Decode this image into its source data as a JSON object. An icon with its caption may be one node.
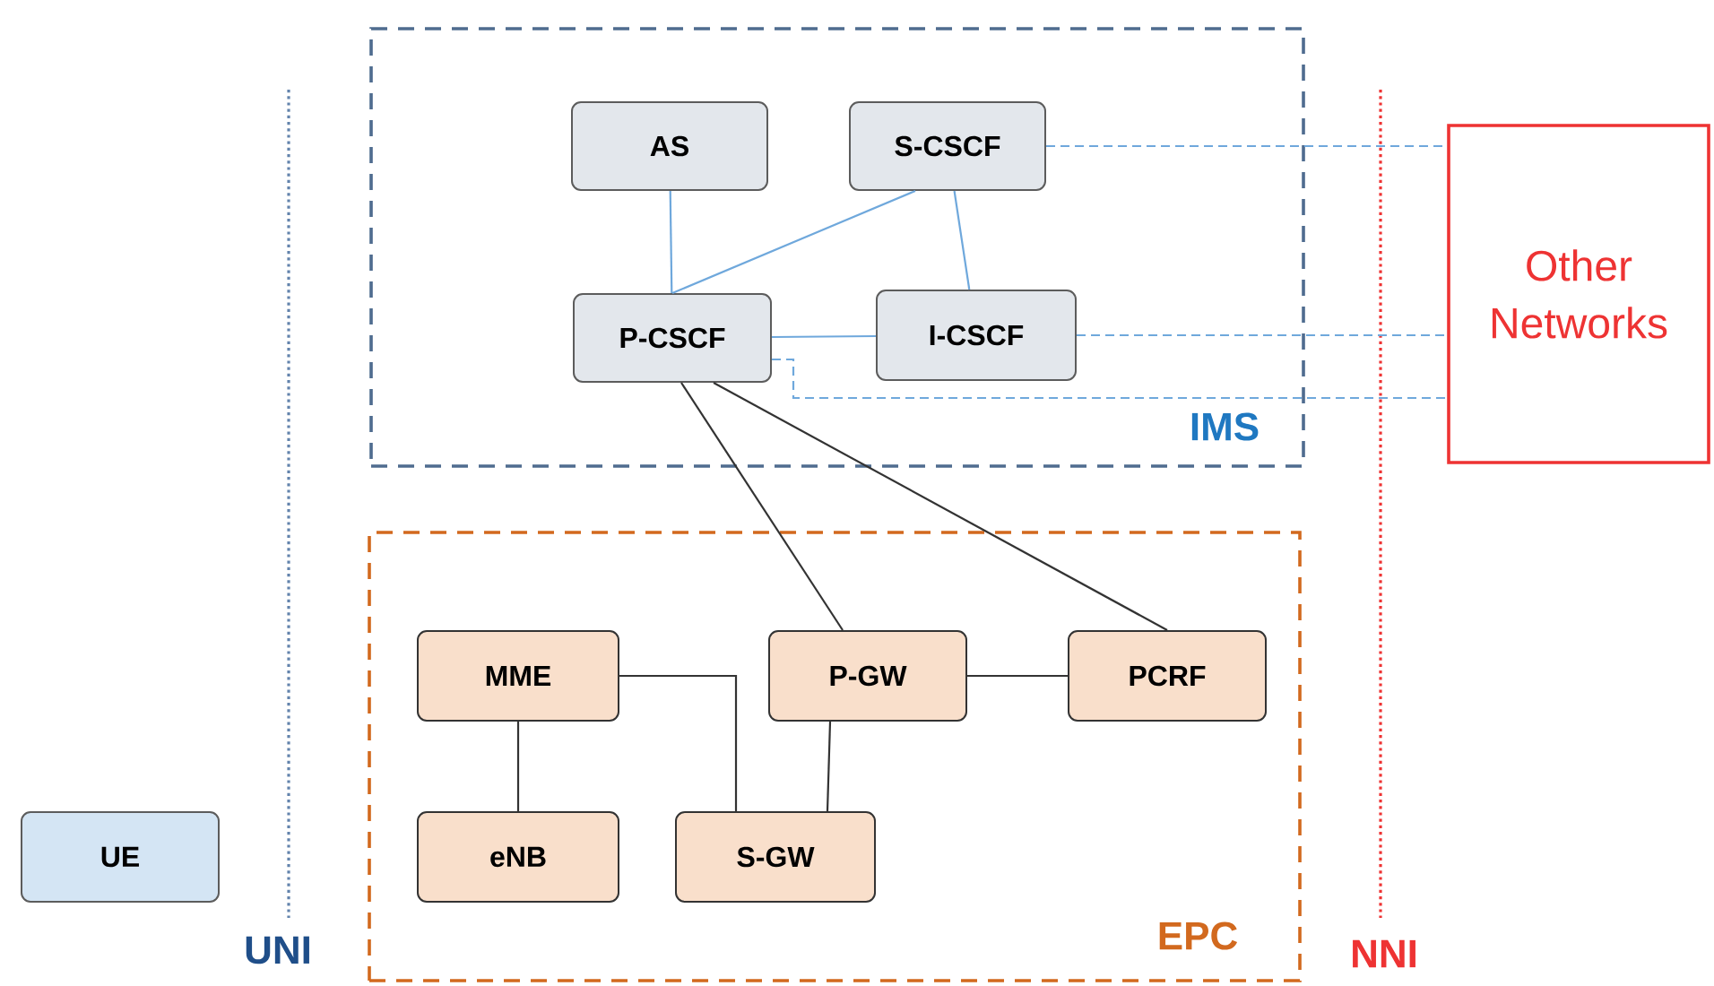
{
  "diagram": {
    "nodes": [
      {
        "text": [
          "IMS"
        ]
      },
      {
        "text": [
          "AS"
        ],
        "in": 0
      },
      {
        "text": [
          "S-CSCF"
        ],
        "in": 0
      },
      {
        "text": [
          "P-CSCF"
        ],
        "in": 0
      },
      {
        "text": [
          "I-CSCF"
        ],
        "in": 0
      },
      {
        "text": [
          "Other Networks"
        ]
      },
      {
        "text": [
          "EPC"
        ]
      },
      {
        "text": [
          "MME"
        ],
        "in": 6
      },
      {
        "text": [
          "P-GW"
        ],
        "in": 6
      },
      {
        "text": [
          "PCRF"
        ],
        "in": 6
      },
      {
        "text": [
          "eNB"
        ],
        "in": 6
      },
      {
        "text": [
          "S-GW"
        ],
        "in": 6
      },
      {
        "text": [
          "UE"
        ]
      }
    ],
    "edges": [
      {
        "from": 1,
        "to": 3,
        "arrow": "none",
        "color": "#6fa8dc"
      },
      {
        "from": 2,
        "to": 3,
        "arrow": "none",
        "color": "#6fa8dc"
      },
      {
        "from": 2,
        "to": 4,
        "arrow": "none",
        "color": "#6fa8dc"
      },
      {
        "from": 3,
        "to": 4,
        "arrow": "none",
        "color": "#6fa8dc"
      },
      {
        "from": 2,
        "to": 5,
        "arrow": "none",
        "style": "dashed",
        "color": "#6fa8dc"
      },
      {
        "from": 4,
        "to": 5,
        "arrow": "none",
        "style": "dashed",
        "color": "#6fa8dc"
      },
      {
        "from": 3,
        "to": 5,
        "arrow": "none",
        "style": "dashed",
        "color": "#6fa8dc"
      },
      {
        "from": 3,
        "to": 8,
        "arrow": "none",
        "color": "#333333"
      },
      {
        "from": 3,
        "to": 9,
        "arrow": "none",
        "color": "#333333"
      },
      {
        "from": 7,
        "to": 10,
        "arrow": "none",
        "color": "#333333"
      },
      {
        "from": 7,
        "to": 11,
        "arrow": "none",
        "color": "#333333"
      },
      {
        "from": 8,
        "to": 11,
        "arrow": "none",
        "color": "#333333"
      },
      {
        "from": 8,
        "to": 9,
        "arrow": "none",
        "color": "#333333"
      }
    ],
    "labels": [
      "UNI",
      "NNI"
    ]
  }
}
